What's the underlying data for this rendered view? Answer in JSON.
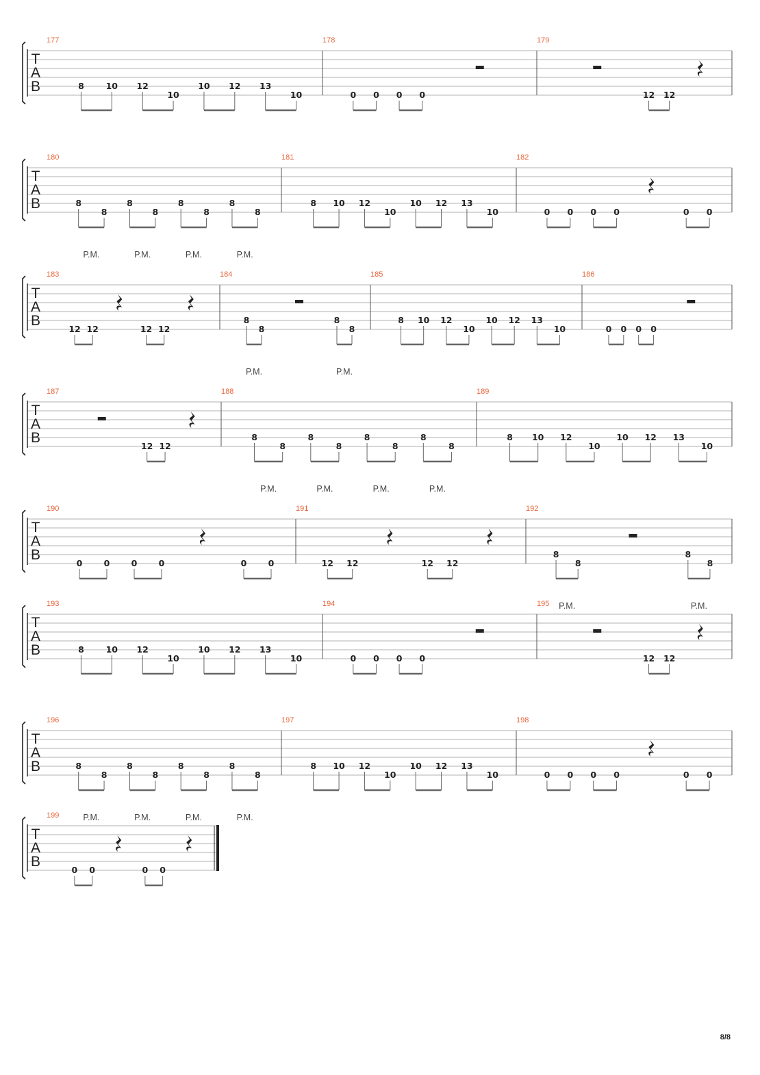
{
  "page": {
    "number": "8/8"
  },
  "tab_labels": [
    "T",
    "A",
    "B"
  ],
  "palm_mute_label": "P.M.",
  "rest_icon_names": {
    "quarter": "quarter-rest-icon",
    "half": "half-rest-icon"
  },
  "systems": [
    {
      "measures": [
        {
          "number": "177",
          "pm": [],
          "notes": [
            {
              "fret": "8",
              "s": 5
            },
            {
              "fret": "10",
              "s": 5
            },
            {
              "fret": "12",
              "s": 5
            },
            {
              "fret": "10",
              "s": 6
            },
            {
              "fret": "10",
              "s": 5
            },
            {
              "fret": "12",
              "s": 5
            },
            {
              "fret": "13",
              "s": 5
            },
            {
              "fret": "10",
              "s": 6
            }
          ],
          "rests": []
        },
        {
          "number": "178",
          "pm": [],
          "notes": [
            {
              "fret": "0",
              "s": 6
            },
            {
              "fret": "0",
              "s": 6
            },
            {
              "fret": "0",
              "s": 6
            },
            {
              "fret": "0",
              "s": 6
            }
          ],
          "rests": [
            {
              "type": "half"
            }
          ]
        },
        {
          "number": "179",
          "pm": [],
          "notes": [
            {
              "fret": "12",
              "s": 6
            },
            {
              "fret": "12",
              "s": 6
            }
          ],
          "rests": [
            {
              "type": "half"
            },
            {
              "type": "quarter"
            }
          ]
        }
      ]
    },
    {
      "measures": [
        {
          "number": "180",
          "pm": [
            "P.M.",
            "P.M.",
            "P.M.",
            "P.M."
          ],
          "notes": [
            {
              "fret": "8",
              "s": 5
            },
            {
              "fret": "8",
              "s": 6
            },
            {
              "fret": "8",
              "s": 5
            },
            {
              "fret": "8",
              "s": 6
            },
            {
              "fret": "8",
              "s": 5
            },
            {
              "fret": "8",
              "s": 6
            },
            {
              "fret": "8",
              "s": 5
            },
            {
              "fret": "8",
              "s": 6
            }
          ],
          "rests": []
        },
        {
          "number": "181",
          "pm": [],
          "notes": [
            {
              "fret": "8",
              "s": 5
            },
            {
              "fret": "10",
              "s": 5
            },
            {
              "fret": "12",
              "s": 5
            },
            {
              "fret": "10",
              "s": 6
            },
            {
              "fret": "10",
              "s": 5
            },
            {
              "fret": "12",
              "s": 5
            },
            {
              "fret": "13",
              "s": 5
            },
            {
              "fret": "10",
              "s": 6
            }
          ],
          "rests": []
        },
        {
          "number": "182",
          "pm": [],
          "notes": [
            {
              "fret": "0",
              "s": 6
            },
            {
              "fret": "0",
              "s": 6
            },
            {
              "fret": "0",
              "s": 6
            },
            {
              "fret": "0",
              "s": 6
            },
            {
              "fret": "0",
              "s": 6
            },
            {
              "fret": "0",
              "s": 6
            }
          ],
          "rests": [
            {
              "type": "quarter"
            }
          ]
        }
      ]
    },
    {
      "measures": [
        {
          "number": "183",
          "pm": [],
          "notes": [
            {
              "fret": "12",
              "s": 6
            },
            {
              "fret": "12",
              "s": 6
            },
            {
              "fret": "12",
              "s": 6
            },
            {
              "fret": "12",
              "s": 6
            }
          ],
          "rests": [
            {
              "type": "quarter"
            },
            {
              "type": "quarter"
            }
          ]
        },
        {
          "number": "184",
          "pm": [
            "P.M.",
            "P.M."
          ],
          "notes": [
            {
              "fret": "8",
              "s": 5
            },
            {
              "fret": "8",
              "s": 6
            },
            {
              "fret": "8",
              "s": 5
            },
            {
              "fret": "8",
              "s": 6
            }
          ],
          "rests": [
            {
              "type": "half"
            }
          ]
        },
        {
          "number": "185",
          "pm": [],
          "notes": [
            {
              "fret": "8",
              "s": 5
            },
            {
              "fret": "10",
              "s": 5
            },
            {
              "fret": "12",
              "s": 5
            },
            {
              "fret": "10",
              "s": 6
            },
            {
              "fret": "10",
              "s": 5
            },
            {
              "fret": "12",
              "s": 5
            },
            {
              "fret": "13",
              "s": 5
            },
            {
              "fret": "10",
              "s": 6
            }
          ],
          "rests": []
        },
        {
          "number": "186",
          "pm": [],
          "notes": [
            {
              "fret": "0",
              "s": 6
            },
            {
              "fret": "0",
              "s": 6
            },
            {
              "fret": "0",
              "s": 6
            },
            {
              "fret": "0",
              "s": 6
            }
          ],
          "rests": [
            {
              "type": "half"
            }
          ]
        }
      ]
    },
    {
      "measures": [
        {
          "number": "187",
          "pm": [],
          "notes": [
            {
              "fret": "12",
              "s": 6
            },
            {
              "fret": "12",
              "s": 6
            }
          ],
          "rests": [
            {
              "type": "half"
            },
            {
              "type": "quarter"
            }
          ]
        },
        {
          "number": "188",
          "pm": [
            "P.M.",
            "P.M.",
            "P.M.",
            "P.M."
          ],
          "notes": [
            {
              "fret": "8",
              "s": 5
            },
            {
              "fret": "8",
              "s": 6
            },
            {
              "fret": "8",
              "s": 5
            },
            {
              "fret": "8",
              "s": 6
            },
            {
              "fret": "8",
              "s": 5
            },
            {
              "fret": "8",
              "s": 6
            },
            {
              "fret": "8",
              "s": 5
            },
            {
              "fret": "8",
              "s": 6
            }
          ],
          "rests": []
        },
        {
          "number": "189",
          "pm": [],
          "notes": [
            {
              "fret": "8",
              "s": 5
            },
            {
              "fret": "10",
              "s": 5
            },
            {
              "fret": "12",
              "s": 5
            },
            {
              "fret": "10",
              "s": 6
            },
            {
              "fret": "10",
              "s": 5
            },
            {
              "fret": "12",
              "s": 5
            },
            {
              "fret": "13",
              "s": 5
            },
            {
              "fret": "10",
              "s": 6
            }
          ],
          "rests": []
        }
      ]
    },
    {
      "measures": [
        {
          "number": "190",
          "pm": [],
          "notes": [
            {
              "fret": "0",
              "s": 6
            },
            {
              "fret": "0",
              "s": 6
            },
            {
              "fret": "0",
              "s": 6
            },
            {
              "fret": "0",
              "s": 6
            },
            {
              "fret": "0",
              "s": 6
            },
            {
              "fret": "0",
              "s": 6
            }
          ],
          "rests": [
            {
              "type": "quarter"
            }
          ]
        },
        {
          "number": "191",
          "pm": [],
          "notes": [
            {
              "fret": "12",
              "s": 6
            },
            {
              "fret": "12",
              "s": 6
            },
            {
              "fret": "12",
              "s": 6
            },
            {
              "fret": "12",
              "s": 6
            }
          ],
          "rests": [
            {
              "type": "quarter"
            },
            {
              "type": "quarter"
            }
          ]
        },
        {
          "number": "192",
          "pm": [
            "P.M.",
            "P.M."
          ],
          "notes": [
            {
              "fret": "8",
              "s": 5
            },
            {
              "fret": "8",
              "s": 6
            },
            {
              "fret": "8",
              "s": 5
            },
            {
              "fret": "8",
              "s": 6
            }
          ],
          "rests": [
            {
              "type": "half"
            }
          ]
        }
      ]
    },
    {
      "measures": [
        {
          "number": "193",
          "pm": [],
          "notes": [
            {
              "fret": "8",
              "s": 5
            },
            {
              "fret": "10",
              "s": 5
            },
            {
              "fret": "12",
              "s": 5
            },
            {
              "fret": "10",
              "s": 6
            },
            {
              "fret": "10",
              "s": 5
            },
            {
              "fret": "12",
              "s": 5
            },
            {
              "fret": "13",
              "s": 5
            },
            {
              "fret": "10",
              "s": 6
            }
          ],
          "rests": []
        },
        {
          "number": "194",
          "pm": [],
          "notes": [
            {
              "fret": "0",
              "s": 6
            },
            {
              "fret": "0",
              "s": 6
            },
            {
              "fret": "0",
              "s": 6
            },
            {
              "fret": "0",
              "s": 6
            }
          ],
          "rests": [
            {
              "type": "half"
            }
          ]
        },
        {
          "number": "195",
          "pm": [],
          "notes": [
            {
              "fret": "12",
              "s": 6
            },
            {
              "fret": "12",
              "s": 6
            }
          ],
          "rests": [
            {
              "type": "half"
            },
            {
              "type": "quarter"
            }
          ]
        }
      ]
    },
    {
      "measures": [
        {
          "number": "196",
          "pm": [
            "P.M.",
            "P.M.",
            "P.M.",
            "P.M."
          ],
          "notes": [
            {
              "fret": "8",
              "s": 5
            },
            {
              "fret": "8",
              "s": 6
            },
            {
              "fret": "8",
              "s": 5
            },
            {
              "fret": "8",
              "s": 6
            },
            {
              "fret": "8",
              "s": 5
            },
            {
              "fret": "8",
              "s": 6
            },
            {
              "fret": "8",
              "s": 5
            },
            {
              "fret": "8",
              "s": 6
            }
          ],
          "rests": []
        },
        {
          "number": "197",
          "pm": [],
          "notes": [
            {
              "fret": "8",
              "s": 5
            },
            {
              "fret": "10",
              "s": 5
            },
            {
              "fret": "12",
              "s": 5
            },
            {
              "fret": "10",
              "s": 6
            },
            {
              "fret": "10",
              "s": 5
            },
            {
              "fret": "12",
              "s": 5
            },
            {
              "fret": "13",
              "s": 5
            },
            {
              "fret": "10",
              "s": 6
            }
          ],
          "rests": []
        },
        {
          "number": "198",
          "pm": [],
          "notes": [
            {
              "fret": "0",
              "s": 6
            },
            {
              "fret": "0",
              "s": 6
            },
            {
              "fret": "0",
              "s": 6
            },
            {
              "fret": "0",
              "s": 6
            },
            {
              "fret": "0",
              "s": 6
            },
            {
              "fret": "0",
              "s": 6
            }
          ],
          "rests": [
            {
              "type": "quarter"
            }
          ]
        }
      ]
    },
    {
      "measures": [
        {
          "number": "199",
          "pm": [],
          "notes": [
            {
              "fret": "0",
              "s": 6
            },
            {
              "fret": "0",
              "s": 6
            },
            {
              "fret": "0",
              "s": 6
            },
            {
              "fret": "0",
              "s": 6
            }
          ],
          "rests": [
            {
              "type": "quarter"
            },
            {
              "type": "quarter"
            }
          ]
        }
      ]
    }
  ]
}
